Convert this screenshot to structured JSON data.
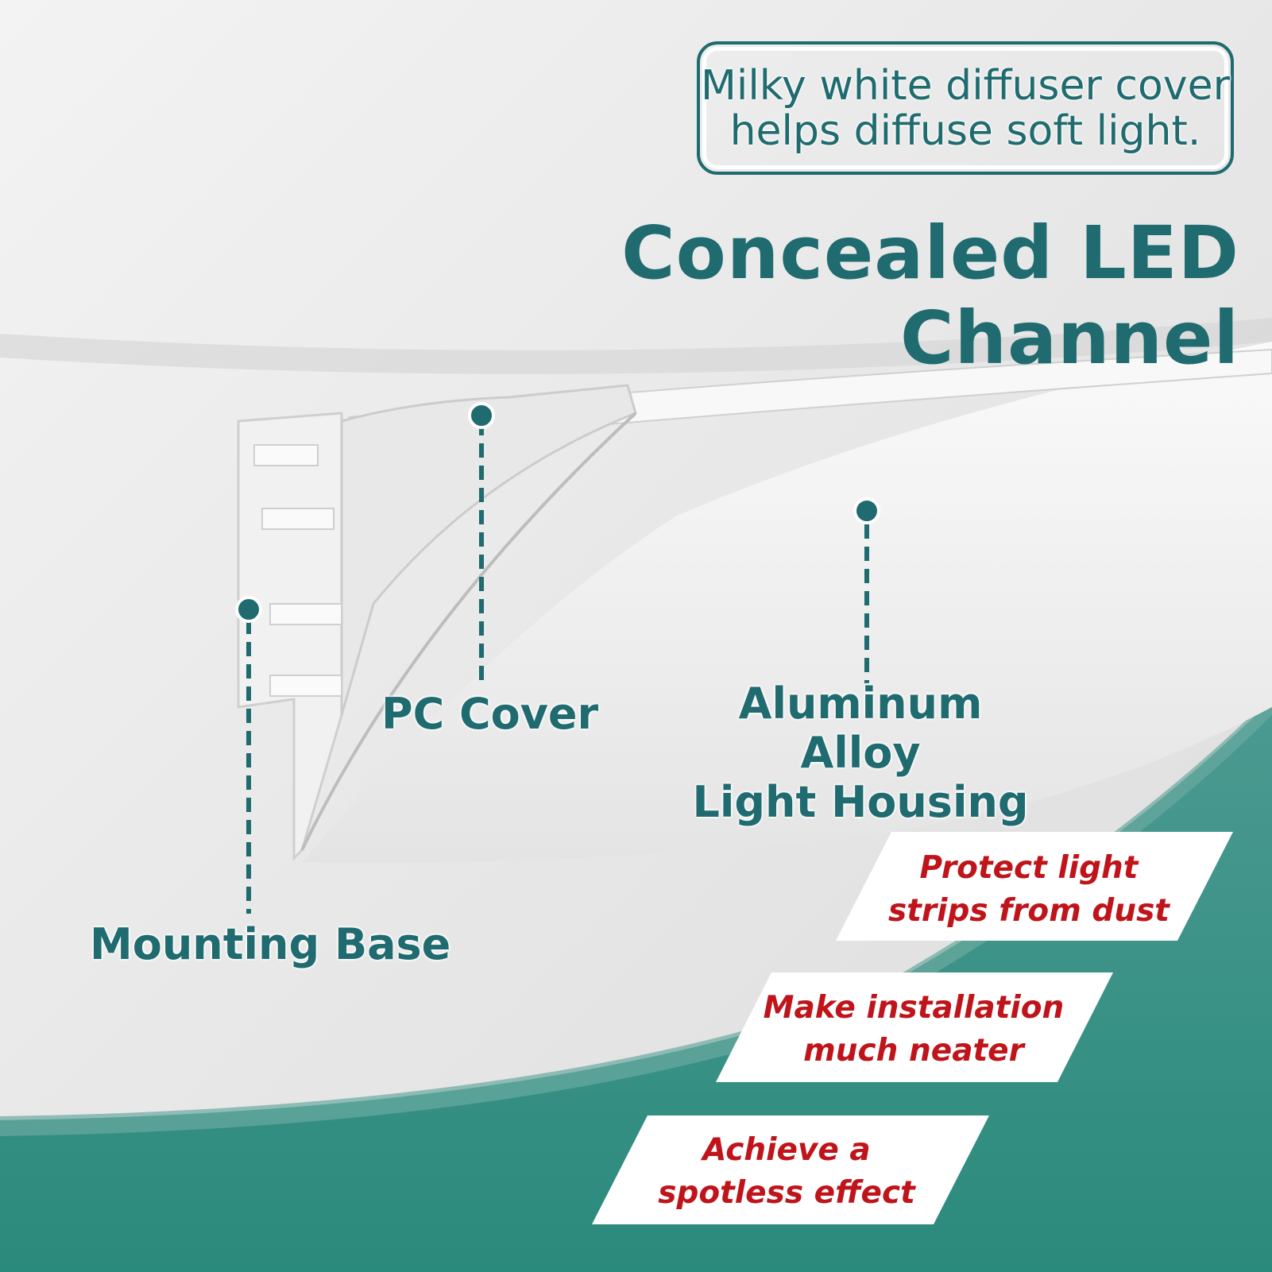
{
  "callout": {
    "text": "Milky white diffuser cover\nhelps diffuse soft light."
  },
  "title": "Concealed LED Channel",
  "labels": {
    "pc_cover": "PC Cover",
    "housing": "Aluminum Alloy\nLight Housing",
    "mounting_base": "Mounting Base"
  },
  "benefits": [
    {
      "text": "Protect light\nstrips from dust"
    },
    {
      "text": "Make installation\nmuch neater"
    },
    {
      "text": "Achieve a\nspotless effect"
    }
  ],
  "colors": {
    "teal": "#1f6b6f",
    "green_band": "#2a8a7c",
    "benefit_red": "#c0141b"
  }
}
